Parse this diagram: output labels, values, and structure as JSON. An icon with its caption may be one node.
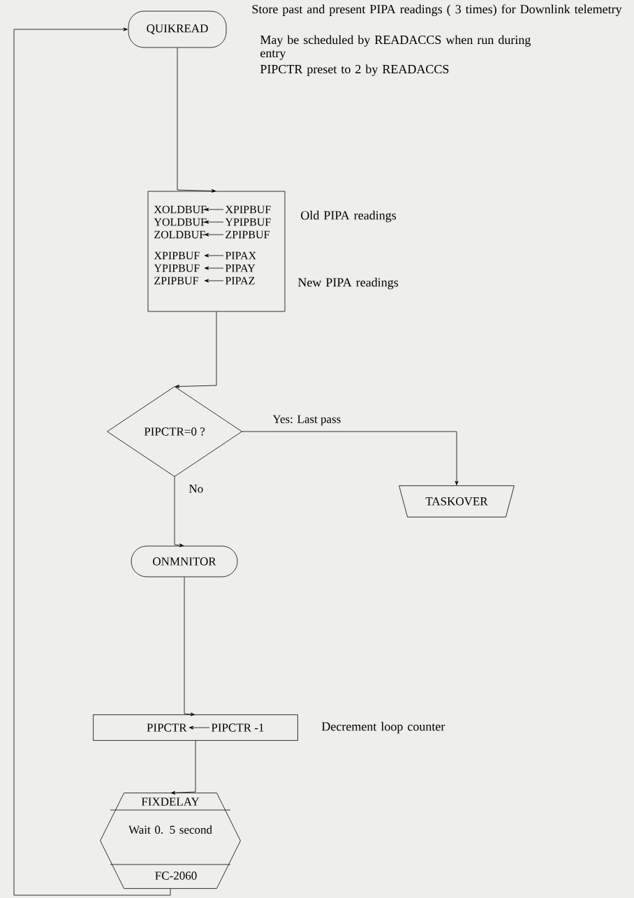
{
  "diagram": {
    "nodes": [
      {
        "text": [
          "QUIKREAD"
        ],
        "beside": [
          "Store past and present PIPA readings ( 3 times) for Downlink telemetry",
          "May be scheduled by READACCS when run during entry",
          "PIPCTR preset to 2 by READACCS"
        ]
      },
      {
        "text": [
          "XOLDBUF",
          "XPIPBUF",
          "YOLDBUF",
          "YPIPBUF",
          "ZOLDBUF",
          "ZPIPBUF",
          "XPIPBUF",
          "PIPAX",
          "YPIPBUF",
          "PIPAY",
          "ZPIPBUF",
          "PIPAZ"
        ],
        "beside": [
          "Old PIPA readings",
          "New PIPA readings"
        ]
      },
      {
        "text": [
          "PIPCTR=0 ?"
        ]
      },
      {
        "text": [
          "TASKOVER"
        ]
      },
      {
        "text": [
          "ONMNITOR"
        ]
      },
      {
        "text": [
          "PIPCTR",
          "PIPCTR -1"
        ],
        "beside": [
          "Decrement loop counter"
        ]
      },
      {
        "text": [
          "FIXDELAY",
          "Wait 0. 5 second",
          "FC-2060"
        ]
      }
    ],
    "edges": [
      {
        "from": 0,
        "to": 1,
        "arrow": "to"
      },
      {
        "from": 1,
        "to": 2,
        "arrow": "to"
      },
      {
        "from": 2,
        "to": 3,
        "arrow": "to",
        "label": "Yes: Last pass"
      },
      {
        "from": 2,
        "to": 4,
        "arrow": "to",
        "label": "No"
      },
      {
        "from": 4,
        "to": 5,
        "arrow": "to"
      },
      {
        "from": 5,
        "to": 6,
        "arrow": "to"
      },
      {
        "from": 6,
        "to": 0,
        "arrow": "to"
      }
    ]
  }
}
